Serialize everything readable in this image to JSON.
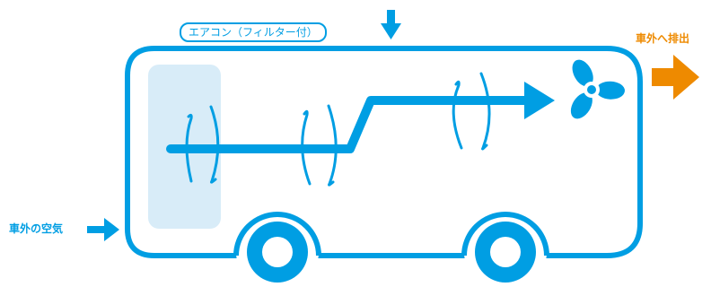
{
  "labels": {
    "aircon_filter": "エアコン（フィルター付）",
    "exhaust": "車外へ排出",
    "intake": "車外の空気"
  },
  "colors": {
    "primary_blue": "#009ee3",
    "filter_panel": "#d8ecf8",
    "exhaust_orange": "#ee8a00",
    "background": "#ffffff"
  },
  "icons": {
    "intake_arrow": "arrow-right-icon",
    "aircon_arrow": "arrow-down-icon",
    "exhaust_arrow": "arrow-right-icon",
    "fan": "fan-icon"
  }
}
